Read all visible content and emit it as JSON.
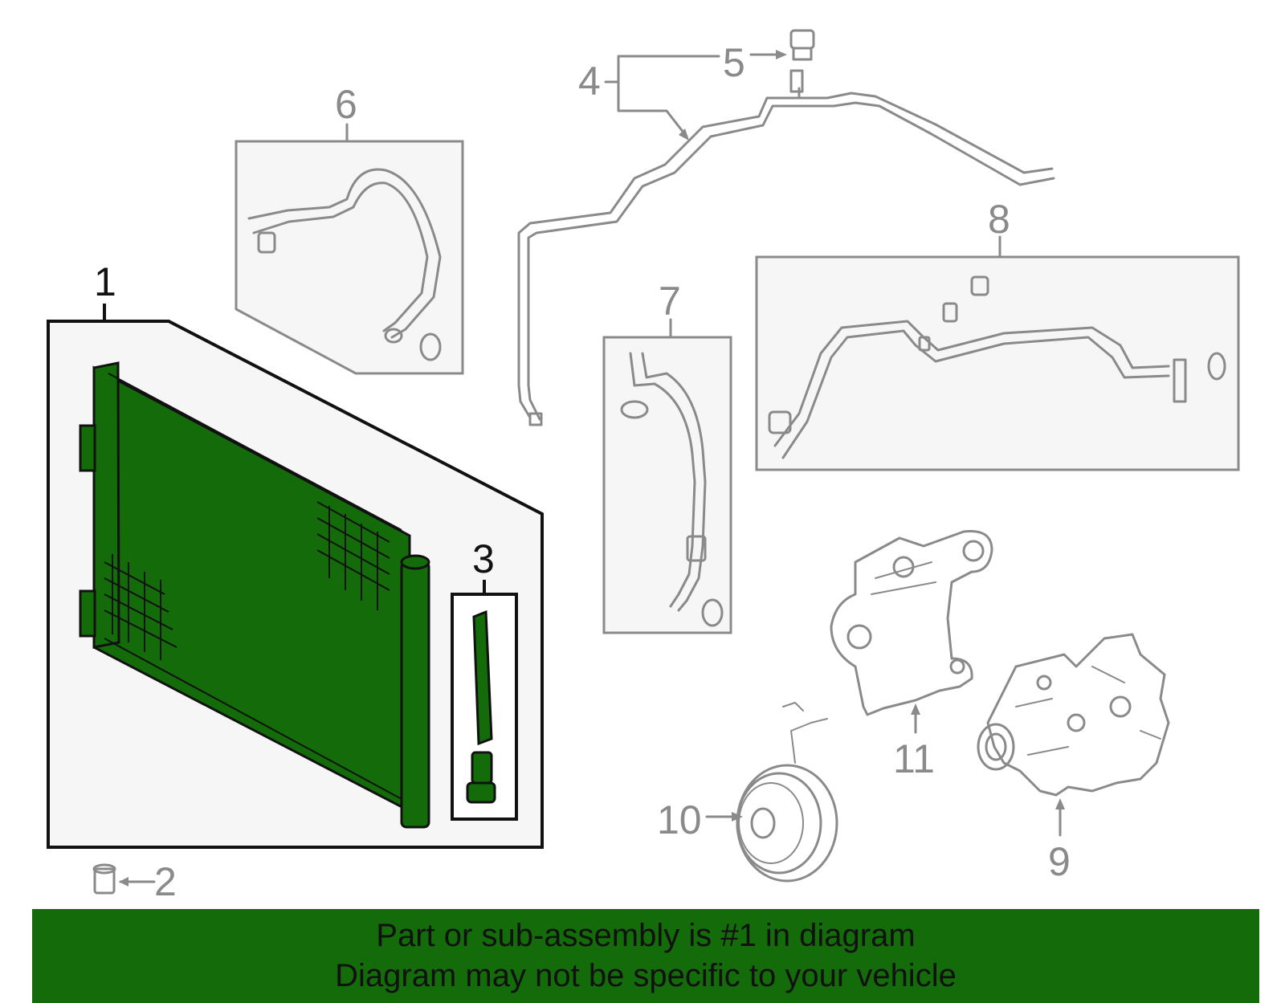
{
  "callouts": {
    "c1": "1",
    "c2": "2",
    "c3": "3",
    "c4": "4",
    "c5": "5",
    "c6": "6",
    "c7": "7",
    "c8": "8",
    "c9": "9",
    "c10": "10",
    "c11": "11"
  },
  "banner": {
    "line1": "Part or sub-assembly is #1 in diagram",
    "line2": "Diagram may not be specific to your vehicle"
  },
  "colors": {
    "highlight": "#146b0a",
    "part_gray": "#8a8a8a",
    "text_dark": "#111111"
  }
}
